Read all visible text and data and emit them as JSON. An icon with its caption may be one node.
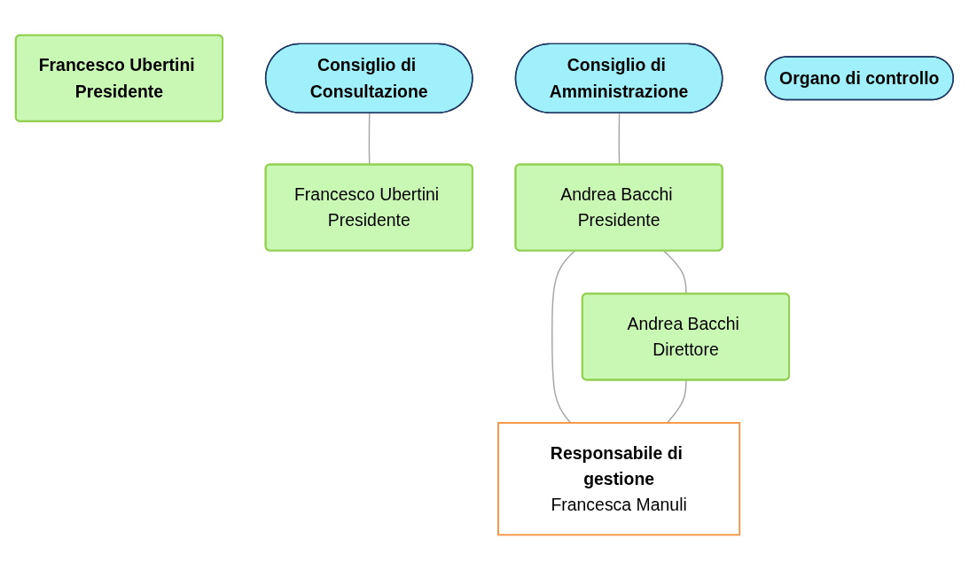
{
  "diagram": {
    "nodes": [
      {
        "text": [
          "Francesco Ubertini Presidente"
        ]
      },
      {
        "text": [
          "Consiglio di Consultazione"
        ]
      },
      {
        "text": [
          "Consiglio di Amministrazione"
        ]
      },
      {
        "text": [
          "Organo di controllo"
        ]
      },
      {
        "text": [
          "Francesco Ubertini Presidente"
        ]
      },
      {
        "text": [
          "Andrea Bacchi Presidente"
        ]
      },
      {
        "text": [
          "Andrea Bacchi Direttore"
        ]
      },
      {
        "text": [
          "Responsabile di gestione",
          "Francesca Manuli"
        ]
      }
    ],
    "edges": [
      {
        "from": 1,
        "to": 4,
        "arrow": "none"
      },
      {
        "from": 2,
        "to": 5,
        "arrow": "none"
      },
      {
        "from": 5,
        "to": 6,
        "arrow": "none"
      },
      {
        "from": 5,
        "to": 7,
        "arrow": "none"
      },
      {
        "from": 6,
        "to": 7,
        "arrow": "none"
      }
    ]
  }
}
